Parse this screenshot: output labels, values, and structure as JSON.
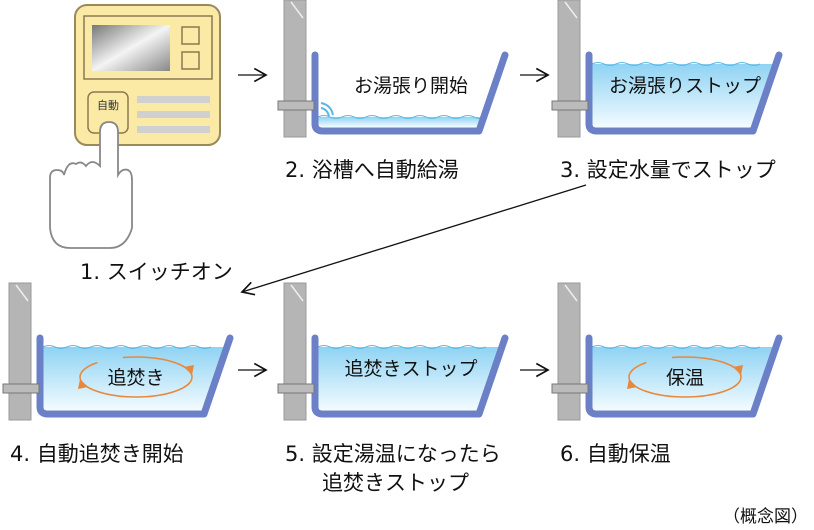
{
  "controller": {
    "button_label": "自動"
  },
  "steps": [
    {
      "caption": "1. スイッチオン"
    },
    {
      "caption": "2. 浴槽へ自動給湯",
      "tub_text": "お湯張り開始",
      "water": "low",
      "circulation": false
    },
    {
      "caption": "3. 設定水量でストップ",
      "tub_text": "お湯張りストップ",
      "water": "full",
      "circulation": false
    },
    {
      "caption": "4. 自動追焚き開始",
      "tub_text": "追焚き",
      "water": "full",
      "circulation": true
    },
    {
      "caption": "5. 設定湯温になったら",
      "caption2": "追焚きストップ",
      "tub_text": "追焚きストップ",
      "water": "full",
      "circulation": false
    },
    {
      "caption": "6. 自動保温",
      "tub_text": "保温",
      "water": "full",
      "circulation": true
    }
  ],
  "note": "（概念図）",
  "colors": {
    "tub": "#6b80c6",
    "water": "#aee0f7",
    "panel": "#fbe9a6",
    "pillar": "#b5b5b5",
    "circulation": "#e8883a"
  }
}
